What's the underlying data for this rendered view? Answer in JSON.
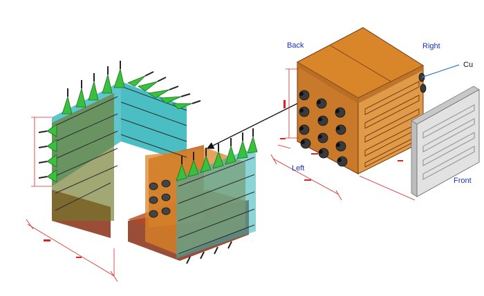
{
  "labels": {
    "back": "Back",
    "right": "Right",
    "cu": "Cu",
    "left": "Left",
    "front": "Front"
  },
  "colors": {
    "label_blue": "#1a2fc9",
    "copper": "#d9862a",
    "copper_dark": "#a8561c",
    "teal": "#2bb3b9",
    "green": "#39c13d",
    "rust": "#8a2f14",
    "dimension_red": "#e02020"
  }
}
